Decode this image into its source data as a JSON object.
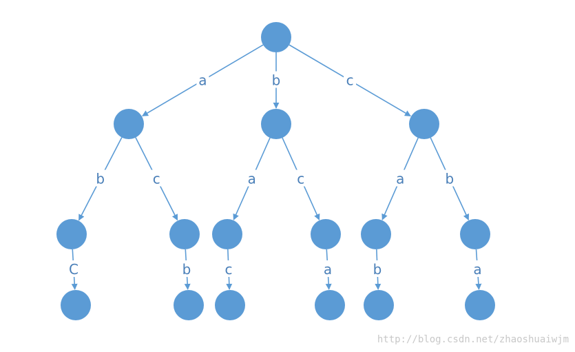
{
  "diagram": {
    "node_color": "#5b9bd5",
    "edge_color": "#5b9bd5",
    "label_color": "#4a7fb8",
    "nodes": [
      {
        "id": "root"
      },
      {
        "id": "n-a"
      },
      {
        "id": "n-b"
      },
      {
        "id": "n-c"
      },
      {
        "id": "n-ab"
      },
      {
        "id": "n-ac"
      },
      {
        "id": "n-ba"
      },
      {
        "id": "n-bc"
      },
      {
        "id": "n-ca"
      },
      {
        "id": "n-cb"
      },
      {
        "id": "n-abc"
      },
      {
        "id": "n-acb"
      },
      {
        "id": "n-bac"
      },
      {
        "id": "n-bca"
      },
      {
        "id": "n-cab"
      },
      {
        "id": "n-cba"
      }
    ],
    "edges": [
      {
        "from": "root",
        "to": "n-a",
        "label": "a"
      },
      {
        "from": "root",
        "to": "n-b",
        "label": "b"
      },
      {
        "from": "root",
        "to": "n-c",
        "label": "c"
      },
      {
        "from": "n-a",
        "to": "n-ab",
        "label": "b"
      },
      {
        "from": "n-a",
        "to": "n-ac",
        "label": "c"
      },
      {
        "from": "n-b",
        "to": "n-ba",
        "label": "a"
      },
      {
        "from": "n-b",
        "to": "n-bc",
        "label": "c"
      },
      {
        "from": "n-c",
        "to": "n-ca",
        "label": "a"
      },
      {
        "from": "n-c",
        "to": "n-cb",
        "label": "b"
      },
      {
        "from": "n-ab",
        "to": "n-abc",
        "label": "C"
      },
      {
        "from": "n-ac",
        "to": "n-acb",
        "label": "b"
      },
      {
        "from": "n-ba",
        "to": "n-bac",
        "label": "c"
      },
      {
        "from": "n-bc",
        "to": "n-bca",
        "label": "a"
      },
      {
        "from": "n-ca",
        "to": "n-cab",
        "label": "b"
      },
      {
        "from": "n-cb",
        "to": "n-cba",
        "label": "a"
      }
    ]
  },
  "watermark": "http://blog.csdn.net/zhaoshuaiwjm"
}
